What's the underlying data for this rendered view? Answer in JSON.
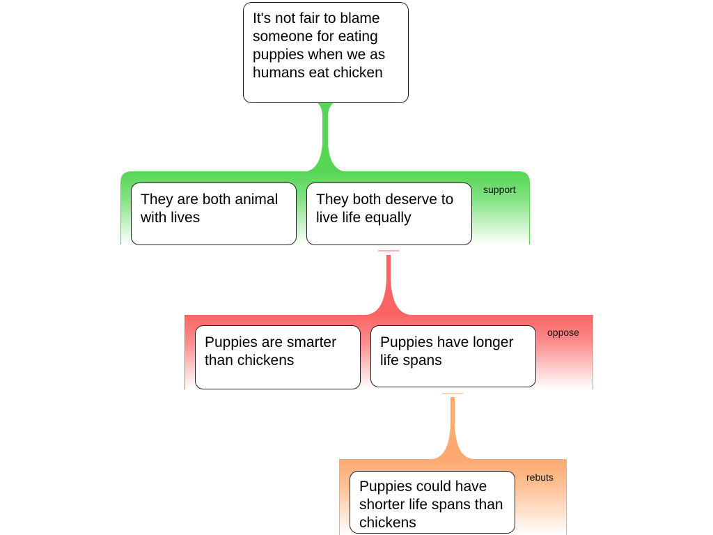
{
  "colors": {
    "support": "#55d655",
    "oppose": "#fa6464",
    "rebuts": "#fcaa70"
  },
  "root": {
    "text": "It's not fair to blame someone for eating puppies when we as humans eat chicken"
  },
  "groups": [
    {
      "relation": "support",
      "label": "support",
      "claims": [
        {
          "text": "They are both animal with lives"
        },
        {
          "text": "They both deserve to live life equally"
        }
      ]
    },
    {
      "relation": "oppose",
      "label": "oppose",
      "target": "They both deserve to live life equally",
      "claims": [
        {
          "text": "Puppies are smarter than chickens"
        },
        {
          "text": "Puppies have longer life spans"
        }
      ]
    },
    {
      "relation": "rebuts",
      "label": "rebuts",
      "target": "Puppies have longer life spans",
      "claims": [
        {
          "text": "Puppies could have shorter life spans than chickens"
        }
      ]
    }
  ]
}
